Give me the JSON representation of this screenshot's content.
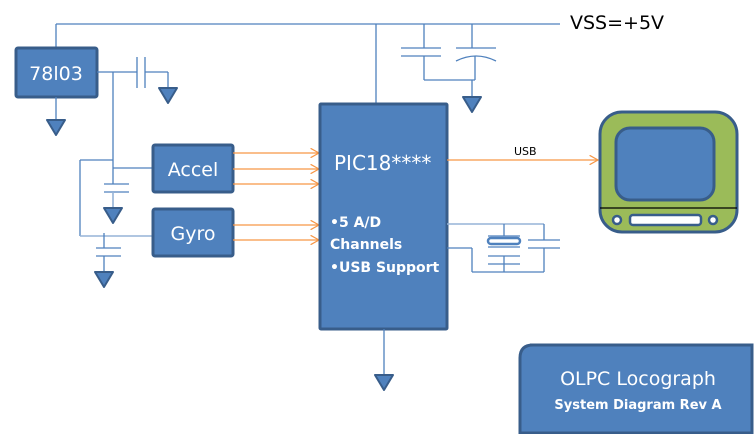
{
  "diagram": {
    "supply_label": "VSS=+5V",
    "regulator_label": "78l03",
    "accel_label": "Accel",
    "gyro_label": "Gyro",
    "mcu": {
      "title": "PIC18****",
      "features": [
        "•5 A/D",
        "Channels",
        "•USB Support"
      ]
    },
    "usb_label": "USB",
    "title_box": {
      "title": "OLPC Locograph",
      "subtitle": "System Diagram Rev A"
    }
  },
  "colors": {
    "block_fill": "#4f81bd",
    "block_border": "#385d8a",
    "signal": "#f79646",
    "monitor_body": "#9bbb59"
  }
}
